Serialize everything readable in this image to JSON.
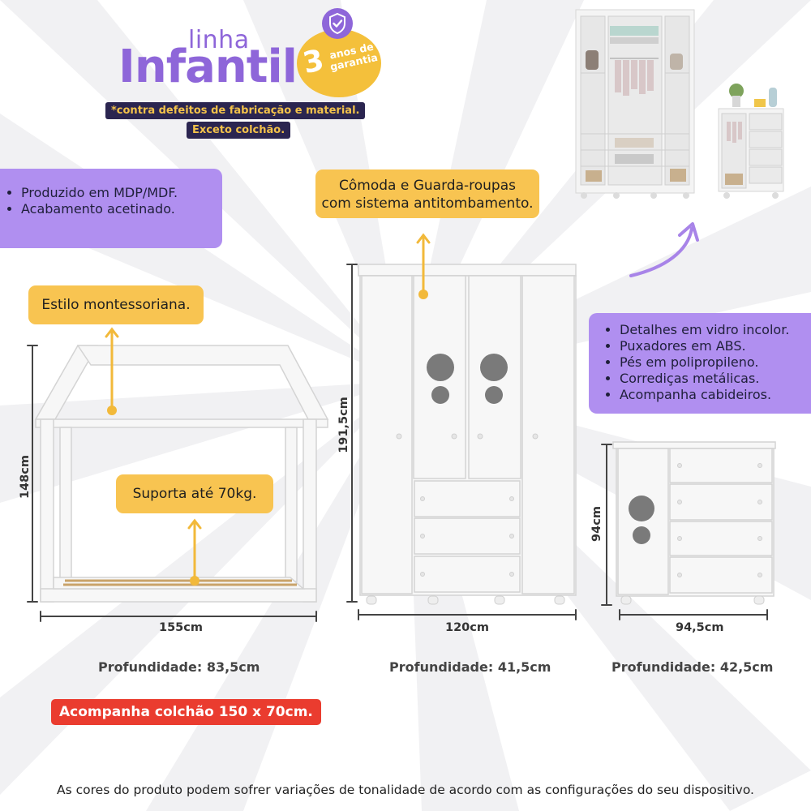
{
  "brand": {
    "linha": "linha",
    "infantil": "Infantil",
    "warranty_number": "3",
    "warranty_text_line1": "anos de",
    "warranty_text_line2": "garantia",
    "warranty_note_line1": "*contra defeitos de fabricação e material.",
    "warranty_note_line2": "Exceto colchão."
  },
  "features_left": [
    "Produzido em MDP/MDF.",
    "Acabamento acetinado."
  ],
  "callouts": {
    "cabinet_line1": "Cômoda e Guarda-roupas",
    "cabinet_line2": "com sistema antitombamento.",
    "bed_style": "Estilo montessoriana.",
    "bed_support": "Suporta até 70kg."
  },
  "features_right": [
    "Detalhes em vidro incolor.",
    "Puxadores em ABS.",
    "Pés em polipropileno.",
    "Corrediças metálicas.",
    "Acompanha cabideiros."
  ],
  "bed": {
    "height": "148cm",
    "width": "155cm",
    "depth": "Profundidade: 83,5cm"
  },
  "wardrobe": {
    "height": "191,5cm",
    "width": "120cm",
    "depth": "Profundidade: 41,5cm"
  },
  "dresser": {
    "height": "94cm",
    "width": "94,5cm",
    "depth": "Profundidade: 42,5cm"
  },
  "mattress_note": "Acompanha colchão 150 x 70cm.",
  "disclaimer": "As cores do produto podem sofrer variações de tonalidade de acordo com as configurações do seu dispositivo.",
  "colors": {
    "purple": "#8e66d9",
    "lavender": "#b08ff0",
    "yellow": "#f8c451",
    "red": "#ea3c2f",
    "navy": "#2b2550"
  },
  "icons": [
    "shield-check-icon",
    "curved-arrow-icon",
    "arrow-up-icon"
  ]
}
